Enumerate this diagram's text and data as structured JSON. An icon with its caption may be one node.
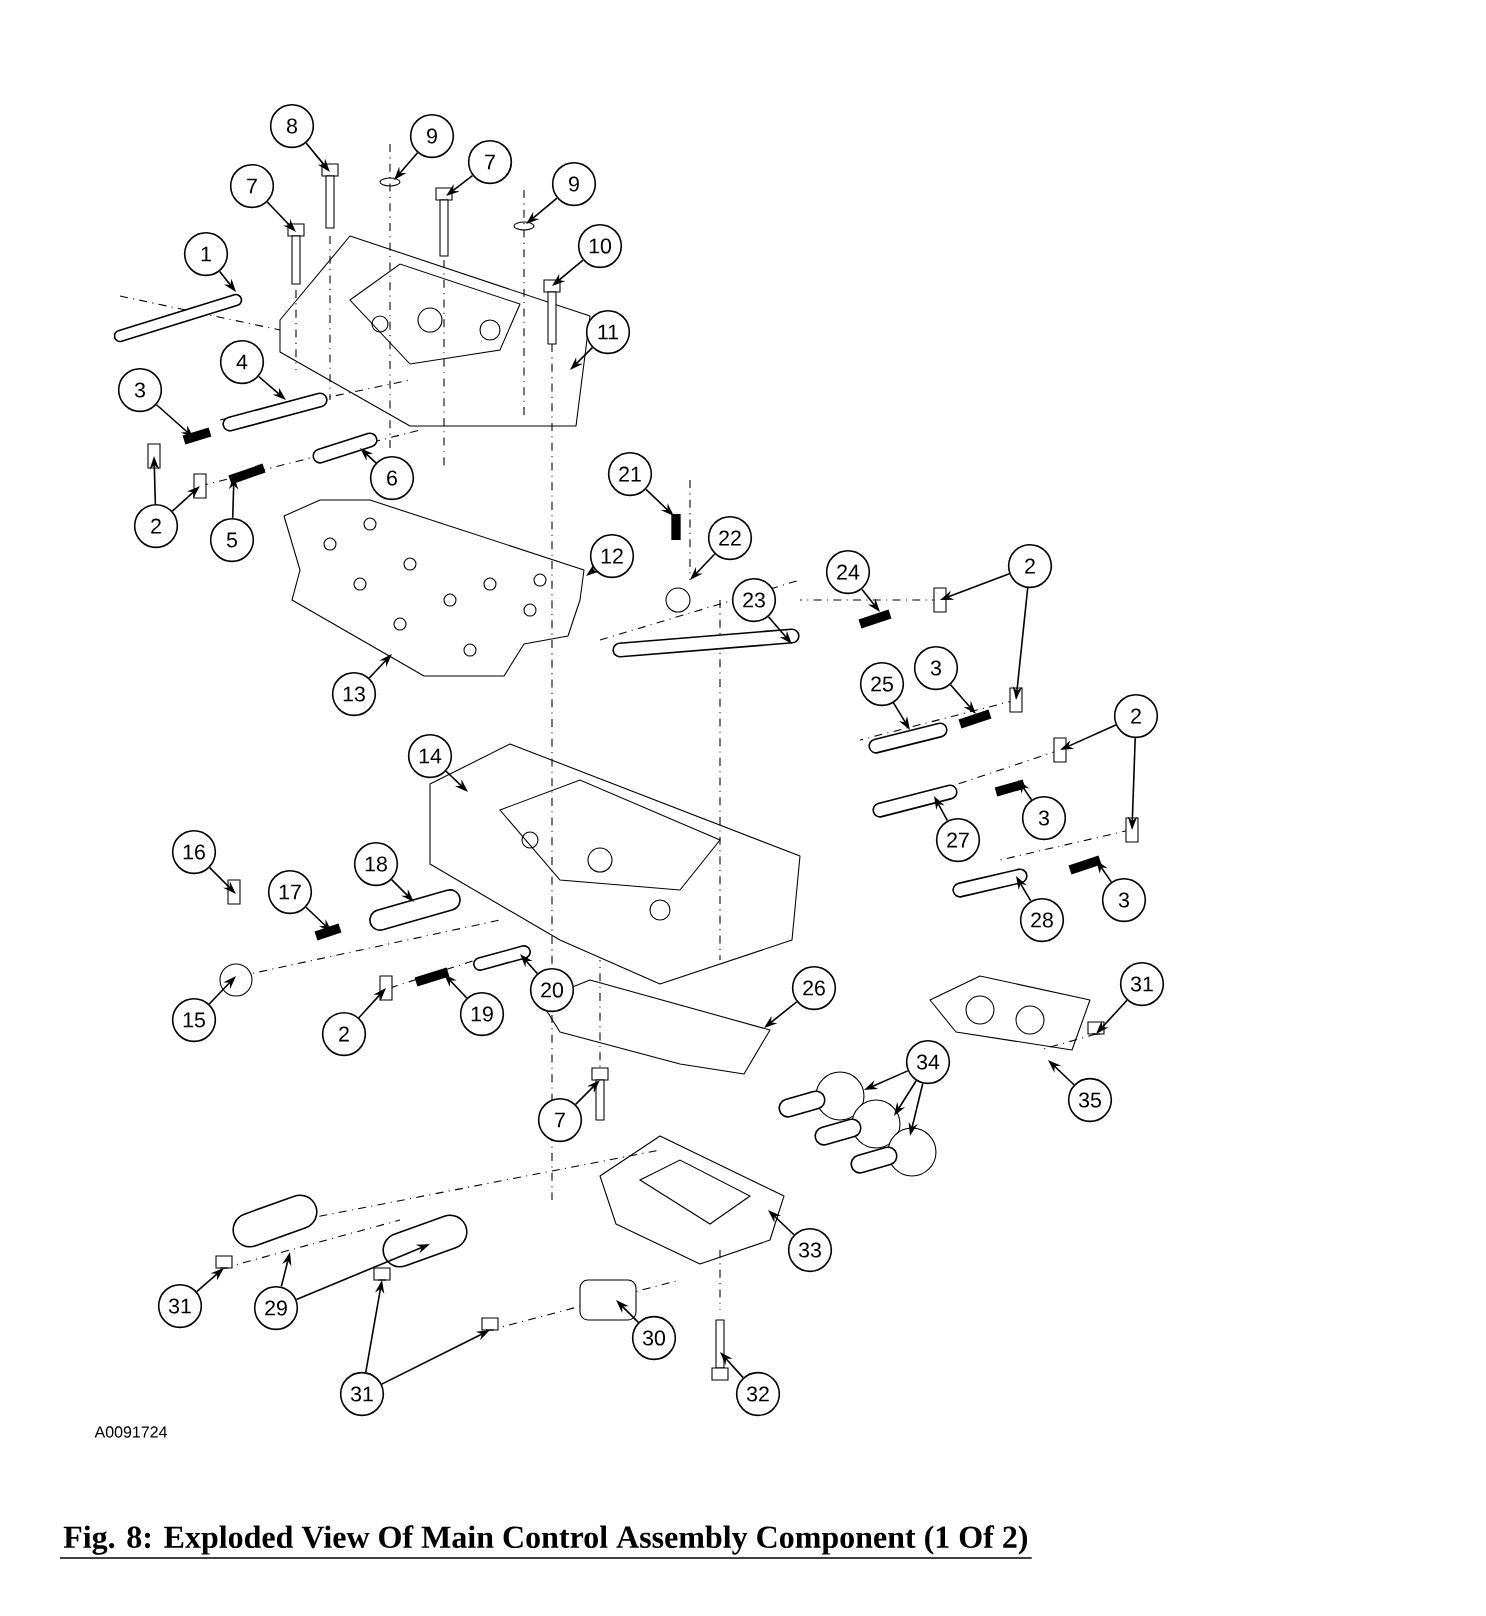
{
  "diagram": {
    "caption": "Fig. 8: Exploded View Of Main Control Assembly Component (1 Of 2)",
    "nodes": [
      {
        "text": [
          "8"
        ]
      },
      {
        "text": [
          "9"
        ]
      },
      {
        "text": [
          "7"
        ]
      },
      {
        "text": [
          "7"
        ]
      },
      {
        "text": [
          "9"
        ]
      },
      {
        "text": [
          "10"
        ]
      },
      {
        "text": [
          "1"
        ]
      },
      {
        "text": [
          "11"
        ]
      },
      {
        "text": [
          "4"
        ]
      },
      {
        "text": [
          "3"
        ]
      },
      {
        "text": [
          "6"
        ]
      },
      {
        "text": [
          "21"
        ]
      },
      {
        "text": [
          "2"
        ]
      },
      {
        "text": [
          "5"
        ]
      },
      {
        "text": [
          "12"
        ]
      },
      {
        "text": [
          "22"
        ]
      },
      {
        "text": [
          "2"
        ]
      },
      {
        "text": [
          "24"
        ]
      },
      {
        "text": [
          "23"
        ]
      },
      {
        "text": [
          "3"
        ]
      },
      {
        "text": [
          "25"
        ]
      },
      {
        "text": [
          "13"
        ]
      },
      {
        "text": [
          "2"
        ]
      },
      {
        "text": [
          "14"
        ]
      },
      {
        "text": [
          "3"
        ]
      },
      {
        "text": [
          "27"
        ]
      },
      {
        "text": [
          "18"
        ]
      },
      {
        "text": [
          "16"
        ]
      },
      {
        "text": [
          "17"
        ]
      },
      {
        "text": [
          "3"
        ]
      },
      {
        "text": [
          "28"
        ]
      },
      {
        "text": [
          "26"
        ]
      },
      {
        "text": [
          "31"
        ]
      },
      {
        "text": [
          "20"
        ]
      },
      {
        "text": [
          "19"
        ]
      },
      {
        "text": [
          "15"
        ]
      },
      {
        "text": [
          "2"
        ]
      },
      {
        "text": [
          "34"
        ]
      },
      {
        "text": [
          "35"
        ]
      },
      {
        "text": [
          "7"
        ]
      },
      {
        "text": [
          "33"
        ]
      },
      {
        "text": [
          "31"
        ]
      },
      {
        "text": [
          "29"
        ]
      },
      {
        "text": [
          "30"
        ]
      },
      {
        "text": [
          "31"
        ]
      },
      {
        "text": [
          "32"
        ]
      }
    ],
    "edges": [
      {
        "from": 0,
        "to": null,
        "arrow": "to"
      },
      {
        "from": 1,
        "to": null,
        "arrow": "to"
      },
      {
        "from": 2,
        "to": null,
        "arrow": "to"
      },
      {
        "from": 3,
        "to": null,
        "arrow": "to"
      },
      {
        "from": 4,
        "to": null,
        "arrow": "to"
      },
      {
        "from": 5,
        "to": null,
        "arrow": "to"
      },
      {
        "from": 6,
        "to": null,
        "arrow": "to"
      },
      {
        "from": 7,
        "to": null,
        "arrow": "to"
      },
      {
        "from": 8,
        "to": null,
        "arrow": "to"
      },
      {
        "from": 9,
        "to": null,
        "arrow": "to"
      },
      {
        "from": 10,
        "to": null,
        "arrow": "to"
      },
      {
        "from": 11,
        "to": null,
        "arrow": "to"
      },
      {
        "from": 12,
        "to": null,
        "arrow": "to"
      },
      {
        "from": 12,
        "to": null,
        "arrow": "to"
      },
      {
        "from": 13,
        "to": null,
        "arrow": "to"
      },
      {
        "from": 14,
        "to": null,
        "arrow": "to"
      },
      {
        "from": 15,
        "to": null,
        "arrow": "to"
      },
      {
        "from": 16,
        "to": null,
        "arrow": "to"
      },
      {
        "from": 16,
        "to": null,
        "arrow": "to"
      },
      {
        "from": 17,
        "to": null,
        "arrow": "to"
      },
      {
        "from": 18,
        "to": null,
        "arrow": "to"
      },
      {
        "from": 19,
        "to": null,
        "arrow": "to"
      },
      {
        "from": 20,
        "to": null,
        "arrow": "to"
      },
      {
        "from": 21,
        "to": null,
        "arrow": "to"
      },
      {
        "from": 22,
        "to": null,
        "arrow": "to"
      },
      {
        "from": 22,
        "to": null,
        "arrow": "to"
      },
      {
        "from": 23,
        "to": null,
        "arrow": "to"
      },
      {
        "from": 24,
        "to": null,
        "arrow": "to"
      },
      {
        "from": 25,
        "to": null,
        "arrow": "to"
      },
      {
        "from": 26,
        "to": null,
        "arrow": "to"
      },
      {
        "from": 27,
        "to": null,
        "arrow": "to"
      },
      {
        "from": 28,
        "to": null,
        "arrow": "to"
      },
      {
        "from": 29,
        "to": null,
        "arrow": "to"
      },
      {
        "from": 30,
        "to": null,
        "arrow": "to"
      },
      {
        "from": 31,
        "to": null,
        "arrow": "to"
      },
      {
        "from": 32,
        "to": null,
        "arrow": "to"
      },
      {
        "from": 33,
        "to": null,
        "arrow": "to"
      },
      {
        "from": 34,
        "to": null,
        "arrow": "to"
      },
      {
        "from": 35,
        "to": null,
        "arrow": "to"
      },
      {
        "from": 36,
        "to": null,
        "arrow": "to"
      },
      {
        "from": 37,
        "to": null,
        "arrow": "to"
      },
      {
        "from": 37,
        "to": null,
        "arrow": "to"
      },
      {
        "from": 37,
        "to": null,
        "arrow": "to"
      },
      {
        "from": 38,
        "to": null,
        "arrow": "to"
      },
      {
        "from": 39,
        "to": null,
        "arrow": "to"
      },
      {
        "from": 40,
        "to": null,
        "arrow": "to"
      },
      {
        "from": 41,
        "to": null,
        "arrow": "to"
      },
      {
        "from": 42,
        "to": null,
        "arrow": "to"
      },
      {
        "from": 42,
        "to": null,
        "arrow": "to"
      },
      {
        "from": 43,
        "to": null,
        "arrow": "to"
      },
      {
        "from": 44,
        "to": null,
        "arrow": "to"
      },
      {
        "from": 44,
        "to": null,
        "arrow": "to"
      },
      {
        "from": 45,
        "to": null,
        "arrow": "to"
      }
    ],
    "labels": [
      "A0091724"
    ]
  }
}
